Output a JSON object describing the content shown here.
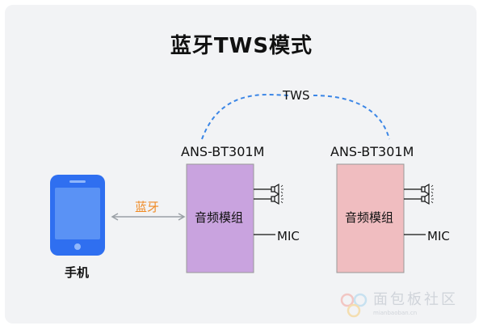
{
  "title": "蓝牙TWS模式",
  "tws_label": "TWS",
  "phone": {
    "label": "手机"
  },
  "bluetooth_label": "蓝牙",
  "left_module": {
    "model": "ANS-BT301M",
    "text": "音频模组",
    "mic": "MIC",
    "color": "#c9a3df"
  },
  "right_module": {
    "model": "ANS-BT301M",
    "text": "音频模组",
    "mic": "MIC",
    "color": "#f0bdc0"
  },
  "watermark": {
    "text": "面包板社区",
    "sub": "mianbaoban.cn"
  },
  "colors": {
    "phone": "#2f6ff0",
    "tws_line": "#3b86e6",
    "link": "#9aa0a6",
    "accent": "#f08a24"
  }
}
